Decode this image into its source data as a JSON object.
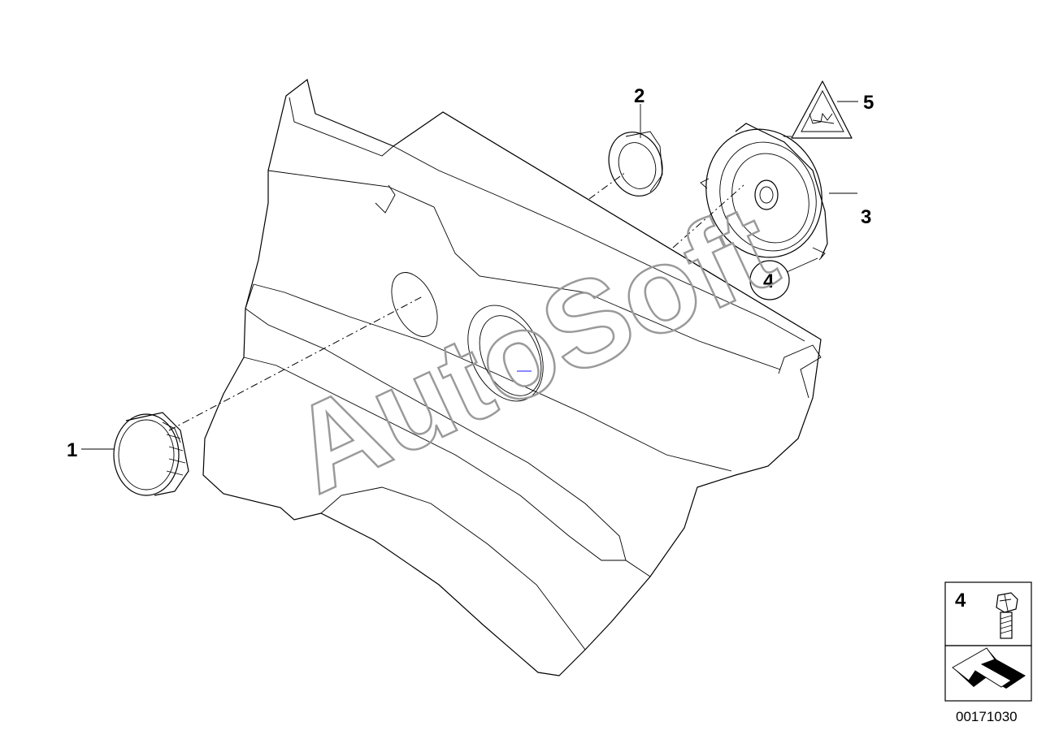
{
  "callouts": [
    {
      "id": "1",
      "text": "1"
    },
    {
      "id": "2",
      "text": "2"
    },
    {
      "id": "3",
      "text": "3"
    },
    {
      "id": "4",
      "text": "4"
    },
    {
      "id": "5",
      "text": "5"
    }
  ],
  "legend": {
    "bolt_label": "4"
  },
  "watermark": "AutoSoft",
  "diagram_code": "00171030"
}
